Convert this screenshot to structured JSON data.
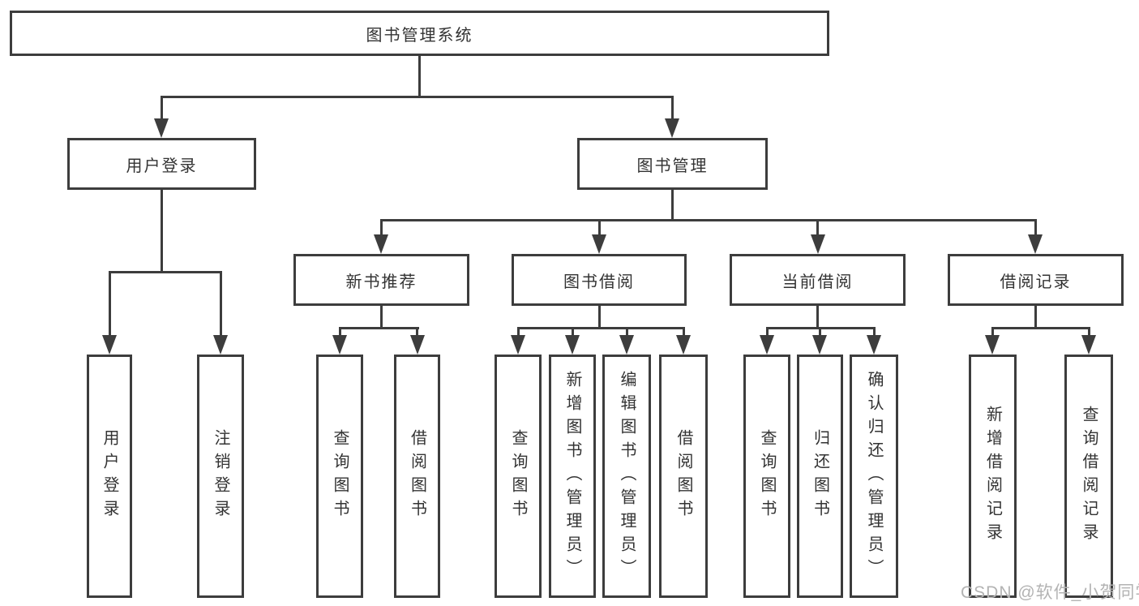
{
  "tree": {
    "label": "图书管理系统",
    "children": [
      {
        "label": "用户登录",
        "children": [
          {
            "label": "用户登录"
          },
          {
            "label": "注销登录"
          }
        ]
      },
      {
        "label": "图书管理",
        "children": [
          {
            "label": "新书推荐",
            "children": [
              {
                "label": "查询图书"
              },
              {
                "label": "借阅图书"
              }
            ]
          },
          {
            "label": "图书借阅",
            "children": [
              {
                "label": "查询图书"
              },
              {
                "label": "新增图书（管理员）"
              },
              {
                "label": "编辑图书（管理员）"
              },
              {
                "label": "借阅图书"
              }
            ]
          },
          {
            "label": "当前借阅",
            "children": [
              {
                "label": "查询图书"
              },
              {
                "label": "归还图书"
              },
              {
                "label": "确认归还（管理员）"
              }
            ]
          },
          {
            "label": "借阅记录",
            "children": [
              {
                "label": "新增借阅记录"
              },
              {
                "label": "查询借阅记录"
              }
            ]
          }
        ]
      }
    ]
  },
  "watermark": "CSDN @软件_小贺同学",
  "colors": {
    "line": "#3d3d3d",
    "text": "#333333",
    "watermark": "#b3b3b3",
    "background": "#ffffff"
  }
}
